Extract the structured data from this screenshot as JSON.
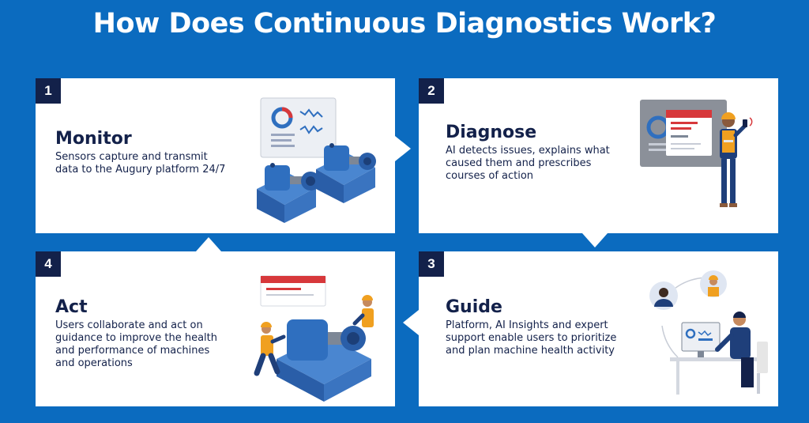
{
  "title": "How Does Continuous Diagnostics Work?",
  "steps": {
    "monitor": {
      "number": "1",
      "heading": "Monitor",
      "desc_lines": [
        "Sensors capture and transmit",
        "data to the Augury platform 24/7"
      ]
    },
    "diagnose": {
      "number": "2",
      "heading": "Diagnose",
      "desc_lines": [
        "AI detects issues, explains what",
        "caused them and prescribes",
        "courses of action"
      ]
    },
    "guide": {
      "number": "3",
      "heading": "Guide",
      "desc_lines": [
        "Platform, AI Insights and expert",
        "support enable users to prioritize",
        "and plan machine health activity"
      ]
    },
    "act": {
      "number": "4",
      "heading": "Act",
      "desc_lines": [
        "Users collaborate and act on",
        "guidance to improve the health",
        "and performance of machines",
        "and operations"
      ]
    }
  },
  "colors": {
    "background": "#0b6bbf",
    "card": "#ffffff",
    "navy": "#13214a",
    "machine_blue": "#2f6fbf",
    "alert_red": "#d7383b",
    "vest_orange": "#f0a020"
  },
  "icons": {
    "monitor_art": "machine-dashboard-illustration",
    "diagnose_art": "technician-with-alert-screen-illustration",
    "guide_art": "remote-experts-desk-illustration",
    "act_art": "technicians-repairing-machine-illustration"
  }
}
